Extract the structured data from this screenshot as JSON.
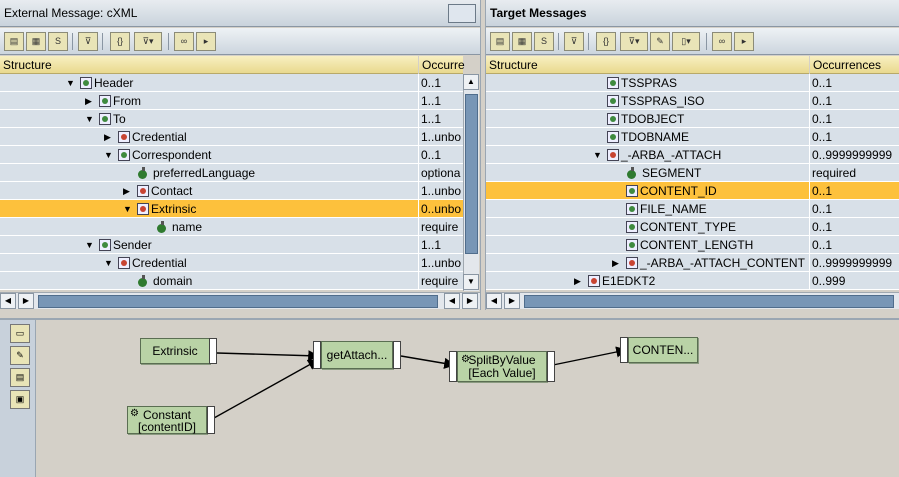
{
  "left_pane": {
    "title": "External Message: cXML",
    "col_structure": "Structure",
    "col_occurrences": "Occurre",
    "rows": [
      {
        "label": "Header",
        "occ": "0..1",
        "indent": 0,
        "toggle": "down",
        "icon": "node",
        "selected": false
      },
      {
        "label": "From",
        "occ": "1..1",
        "indent": 1,
        "toggle": "right",
        "icon": "node",
        "selected": false
      },
      {
        "label": "To",
        "occ": "1..1",
        "indent": 1,
        "toggle": "down",
        "icon": "node",
        "selected": false
      },
      {
        "label": "Credential",
        "occ": "1..unbo",
        "indent": 2,
        "toggle": "right",
        "icon": "node-red",
        "selected": false
      },
      {
        "label": "Correspondent",
        "occ": "0..1",
        "indent": 2,
        "toggle": "down",
        "icon": "node",
        "selected": false
      },
      {
        "label": "preferredLanguage",
        "occ": "optiona",
        "indent": 3,
        "toggle": "none",
        "icon": "leaf",
        "selected": false
      },
      {
        "label": "Contact",
        "occ": "1..unbo",
        "indent": 3,
        "toggle": "right",
        "icon": "node-red",
        "selected": false
      },
      {
        "label": "Extrinsic",
        "occ": "0..unbo",
        "indent": 3,
        "toggle": "down",
        "icon": "node-red",
        "selected": true
      },
      {
        "label": "name",
        "occ": "require",
        "indent": 4,
        "toggle": "none",
        "icon": "leaf",
        "selected": false
      },
      {
        "label": "Sender",
        "occ": "1..1",
        "indent": 1,
        "toggle": "down",
        "icon": "node",
        "selected": false
      },
      {
        "label": "Credential",
        "occ": "1..unbo",
        "indent": 2,
        "toggle": "down",
        "icon": "node-red",
        "selected": false
      },
      {
        "label": "domain",
        "occ": "require",
        "indent": 3,
        "toggle": "none",
        "icon": "leaf",
        "selected": false
      }
    ]
  },
  "right_pane": {
    "title": "Target Messages",
    "col_structure": "Structure",
    "col_occurrences": "Occurrences",
    "rows": [
      {
        "label": "TSSPRAS",
        "occ": "0..1",
        "indent": 0,
        "toggle": "none",
        "icon": "node",
        "selected": false
      },
      {
        "label": "TSSPRAS_ISO",
        "occ": "0..1",
        "indent": 0,
        "toggle": "none",
        "icon": "node",
        "selected": false
      },
      {
        "label": "TDOBJECT",
        "occ": "0..1",
        "indent": 0,
        "toggle": "none",
        "icon": "node",
        "selected": false
      },
      {
        "label": "TDOBNAME",
        "occ": "0..1",
        "indent": 0,
        "toggle": "none",
        "icon": "node",
        "selected": false
      },
      {
        "label": "_-ARBA_-ATTACH",
        "occ": "0..9999999999",
        "indent": 0,
        "toggle": "down",
        "icon": "node-red",
        "selected": false
      },
      {
        "label": "SEGMENT",
        "occ": "required",
        "indent": 1,
        "toggle": "none",
        "icon": "leaf",
        "selected": false
      },
      {
        "label": "CONTENT_ID",
        "occ": "0..1",
        "indent": 1,
        "toggle": "none",
        "icon": "node",
        "selected": true
      },
      {
        "label": "FILE_NAME",
        "occ": "0..1",
        "indent": 1,
        "toggle": "none",
        "icon": "node",
        "selected": false
      },
      {
        "label": "CONTENT_TYPE",
        "occ": "0..1",
        "indent": 1,
        "toggle": "none",
        "icon": "node",
        "selected": false
      },
      {
        "label": "CONTENT_LENGTH",
        "occ": "0..1",
        "indent": 1,
        "toggle": "none",
        "icon": "node",
        "selected": false
      },
      {
        "label": "_-ARBA_-ATTACH_CONTENT",
        "occ": "0..9999999999",
        "indent": 1,
        "toggle": "right",
        "icon": "node-red",
        "selected": false
      },
      {
        "label": "E1EDKT2",
        "occ": "0..999",
        "indent": -1,
        "toggle": "right",
        "icon": "node-red",
        "selected": false
      }
    ]
  },
  "mapping": {
    "extrinsic": "Extrinsic",
    "constant_line1": "Constant",
    "constant_line2": "[contentID]",
    "getattach": "getAttach...",
    "split_line1": "SplitByValue",
    "split_line2": "[Each Value]",
    "target": "CONTEN..."
  },
  "toolbar": {
    "left_icons": [
      "tree-icon",
      "grid-icon",
      "src-icon",
      "filter-icon",
      "xsd-icon",
      "dropdown-filter-icon",
      "binoculars-icon",
      "find-next-icon"
    ],
    "right_icons": [
      "tree-icon",
      "grid-icon",
      "src-icon",
      "filter-icon",
      "xsd-icon",
      "dropdown-filter-icon",
      "edit-icon",
      "dropdown-doc-icon",
      "binoculars-icon",
      "find-next-icon"
    ]
  },
  "colors": {
    "selection": "#fdc13c",
    "header_band": "#e9d98e",
    "function_box": "#b9d3a6",
    "row": "#d8e0e8"
  }
}
